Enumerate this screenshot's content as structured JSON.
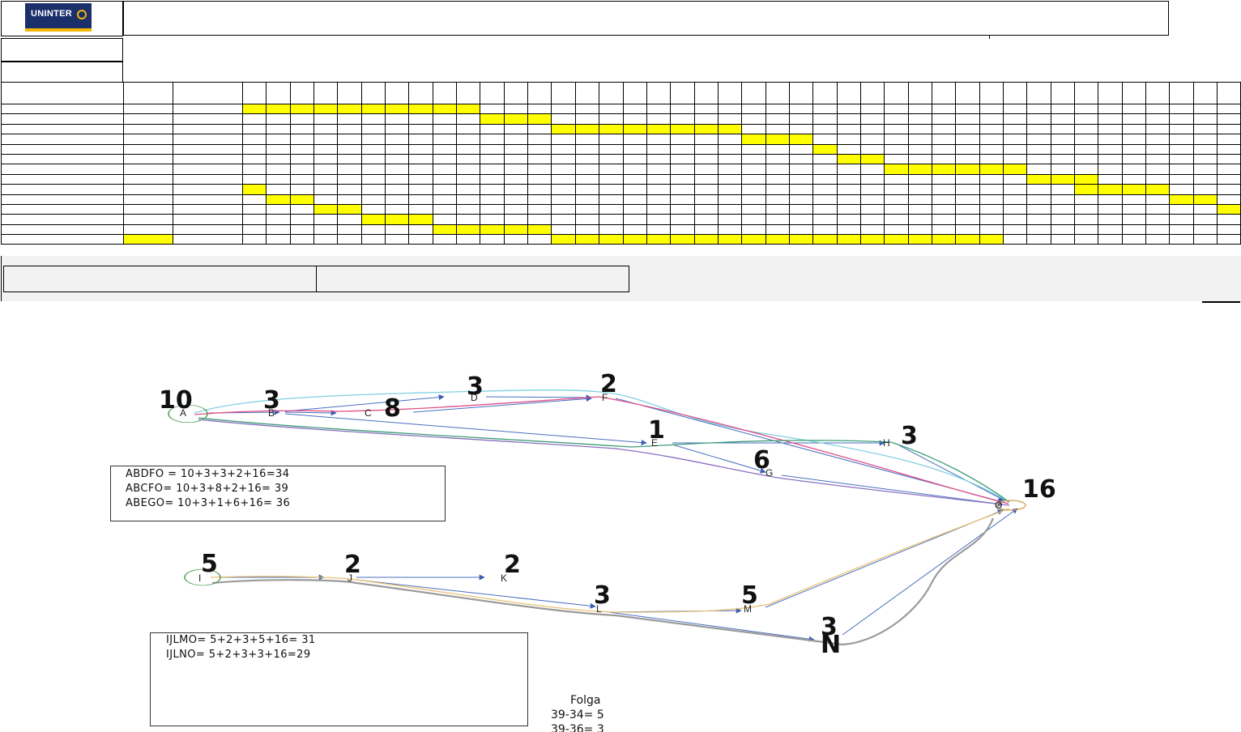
{
  "header": {
    "logo_text": "UNINTER",
    "title": ""
  },
  "gantt": {
    "row_count": 14,
    "period_count": 42,
    "bars": [
      {
        "start": 0,
        "length": 10
      },
      {
        "start": 10,
        "length": 3
      },
      {
        "start": 13,
        "length": 8
      },
      {
        "start": 21,
        "length": 3
      },
      {
        "start": 24,
        "length": 1
      },
      {
        "start": 25,
        "length": 2
      },
      {
        "start": 27,
        "length": 6
      },
      {
        "start": 33,
        "length": 3
      },
      {
        "start": 0,
        "length": 1
      },
      {
        "start": 1,
        "length": 2
      },
      {
        "start": 3,
        "length": 2
      },
      {
        "start": 5,
        "length": 3
      },
      {
        "start": 8,
        "length": 5
      },
      {
        "start": 13,
        "length": 3
      }
    ],
    "extra_bars": [
      {
        "row": 8,
        "start": 35,
        "length": 4
      },
      {
        "row": 9,
        "start": 39,
        "length": 2
      },
      {
        "row": 10,
        "start": 41,
        "length": 1
      },
      {
        "row": 13,
        "start": 16,
        "length": 16
      }
    ],
    "highlight_column_a_row": 13,
    "colors": {
      "bar": "#ffff00",
      "grid": "#000000",
      "band": "#f2f2f2"
    }
  },
  "network": {
    "nodes": {
      "A": "A",
      "B": "B",
      "C": "C",
      "D": "D",
      "E": "E",
      "F": "F",
      "G": "G",
      "H": "H",
      "O": "O",
      "I": "I",
      "J": "J",
      "K": "K",
      "L": "L",
      "M": "M",
      "N": "N"
    },
    "durations": {
      "A": "10",
      "B": "3",
      "C": "8",
      "D": "3",
      "E": "1",
      "F": "2",
      "G": "6",
      "H": "3",
      "O": "16",
      "I": "5",
      "J": "2",
      "K": "2",
      "L": "3",
      "M": "5",
      "N": "3"
    }
  },
  "paths_top": [
    "ABDFO = 10+3+3+2+16=34",
    "ABCFO= 10+3+8+2+16= 39",
    "ABEGO= 10+3+1+6+16= 36"
  ],
  "paths_bottom": [
    "IJLMO= 5+2+3+5+16= 31",
    "IJLNO= 5+2+3+3+16=29"
  ],
  "folga": {
    "title": "Folga",
    "lines": [
      "39-34= 5",
      "39-36= 3"
    ]
  }
}
